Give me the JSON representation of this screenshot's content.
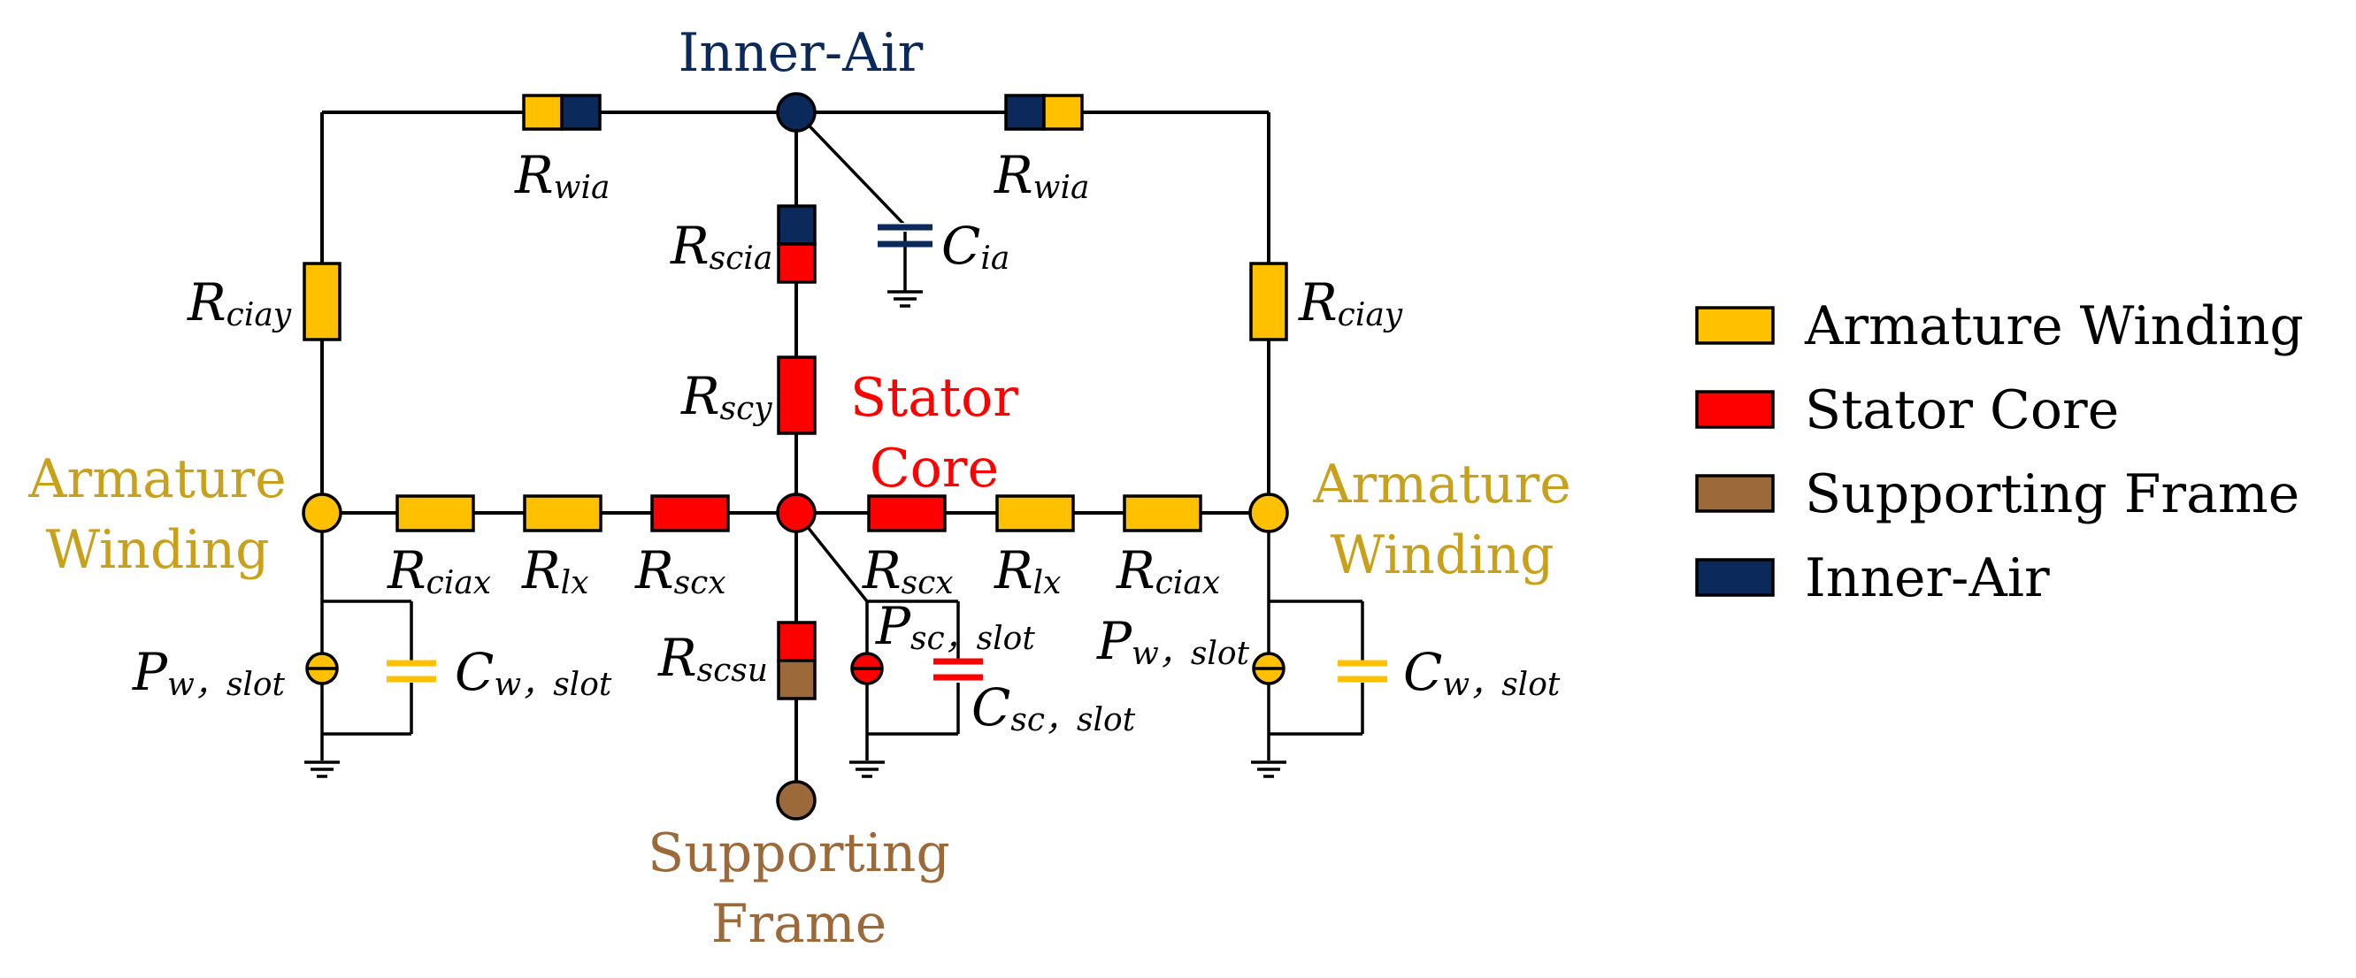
{
  "colors": {
    "armature_winding": "#FFC000",
    "stator_core": "#FF0000",
    "supporting_frame": "#9C6A3A",
    "inner_air": "#0B2A5B",
    "armature_text": "#C9A01A",
    "stator_text": "#FF0000",
    "frame_text": "#9C6A3A",
    "air_text": "#0B2A5B"
  },
  "nodes": {
    "inner_air": "Inner-Air",
    "stator_core_line1": "Stator",
    "stator_core_line2": "Core",
    "armature_left_line1": "Armature",
    "armature_left_line2": "Winding",
    "armature_right_line1": "Armature",
    "armature_right_line2": "Winding",
    "frame_line1": "Supporting",
    "frame_line2": "Frame"
  },
  "labels": {
    "r_wia_left": {
      "main": "R",
      "sub": "wia"
    },
    "r_wia_right": {
      "main": "R",
      "sub": "wia"
    },
    "r_scia": {
      "main": "R",
      "sub": "scia"
    },
    "c_ia": {
      "main": "C",
      "sub": "ia"
    },
    "r_ciay_left": {
      "main": "R",
      "sub": "ciay"
    },
    "r_ciay_right": {
      "main": "R",
      "sub": "ciay"
    },
    "r_scy": {
      "main": "R",
      "sub": "scy"
    },
    "r_ciax_left": {
      "main": "R",
      "sub": "ciax"
    },
    "r_lx_left": {
      "main": "R",
      "sub": "lx"
    },
    "r_scx_left": {
      "main": "R",
      "sub": "scx"
    },
    "r_scx_right": {
      "main": "R",
      "sub": "scx"
    },
    "r_lx_right": {
      "main": "R",
      "sub": "lx"
    },
    "r_ciax_right": {
      "main": "R",
      "sub": "ciax"
    },
    "r_scsu": {
      "main": "R",
      "sub": "scsu"
    },
    "p_w_slot_left": {
      "main": "P",
      "sub": "w，slot"
    },
    "c_w_slot_left": {
      "main": "C",
      "sub": "w，slot"
    },
    "p_sc_slot": {
      "main": "P",
      "sub": "sc，slot"
    },
    "c_sc_slot": {
      "main": "C",
      "sub": "sc，slot"
    },
    "p_w_slot_right": {
      "main": "P",
      "sub": "w，slot"
    },
    "c_w_slot_right": {
      "main": "C",
      "sub": "w，slot"
    }
  },
  "legend": [
    {
      "label": "Armature Winding",
      "color": "#FFC000"
    },
    {
      "label": "Stator Core",
      "color": "#FF0000"
    },
    {
      "label": "Supporting Frame",
      "color": "#9C6A3A"
    },
    {
      "label": "Inner-Air",
      "color": "#0B2A5B"
    }
  ]
}
